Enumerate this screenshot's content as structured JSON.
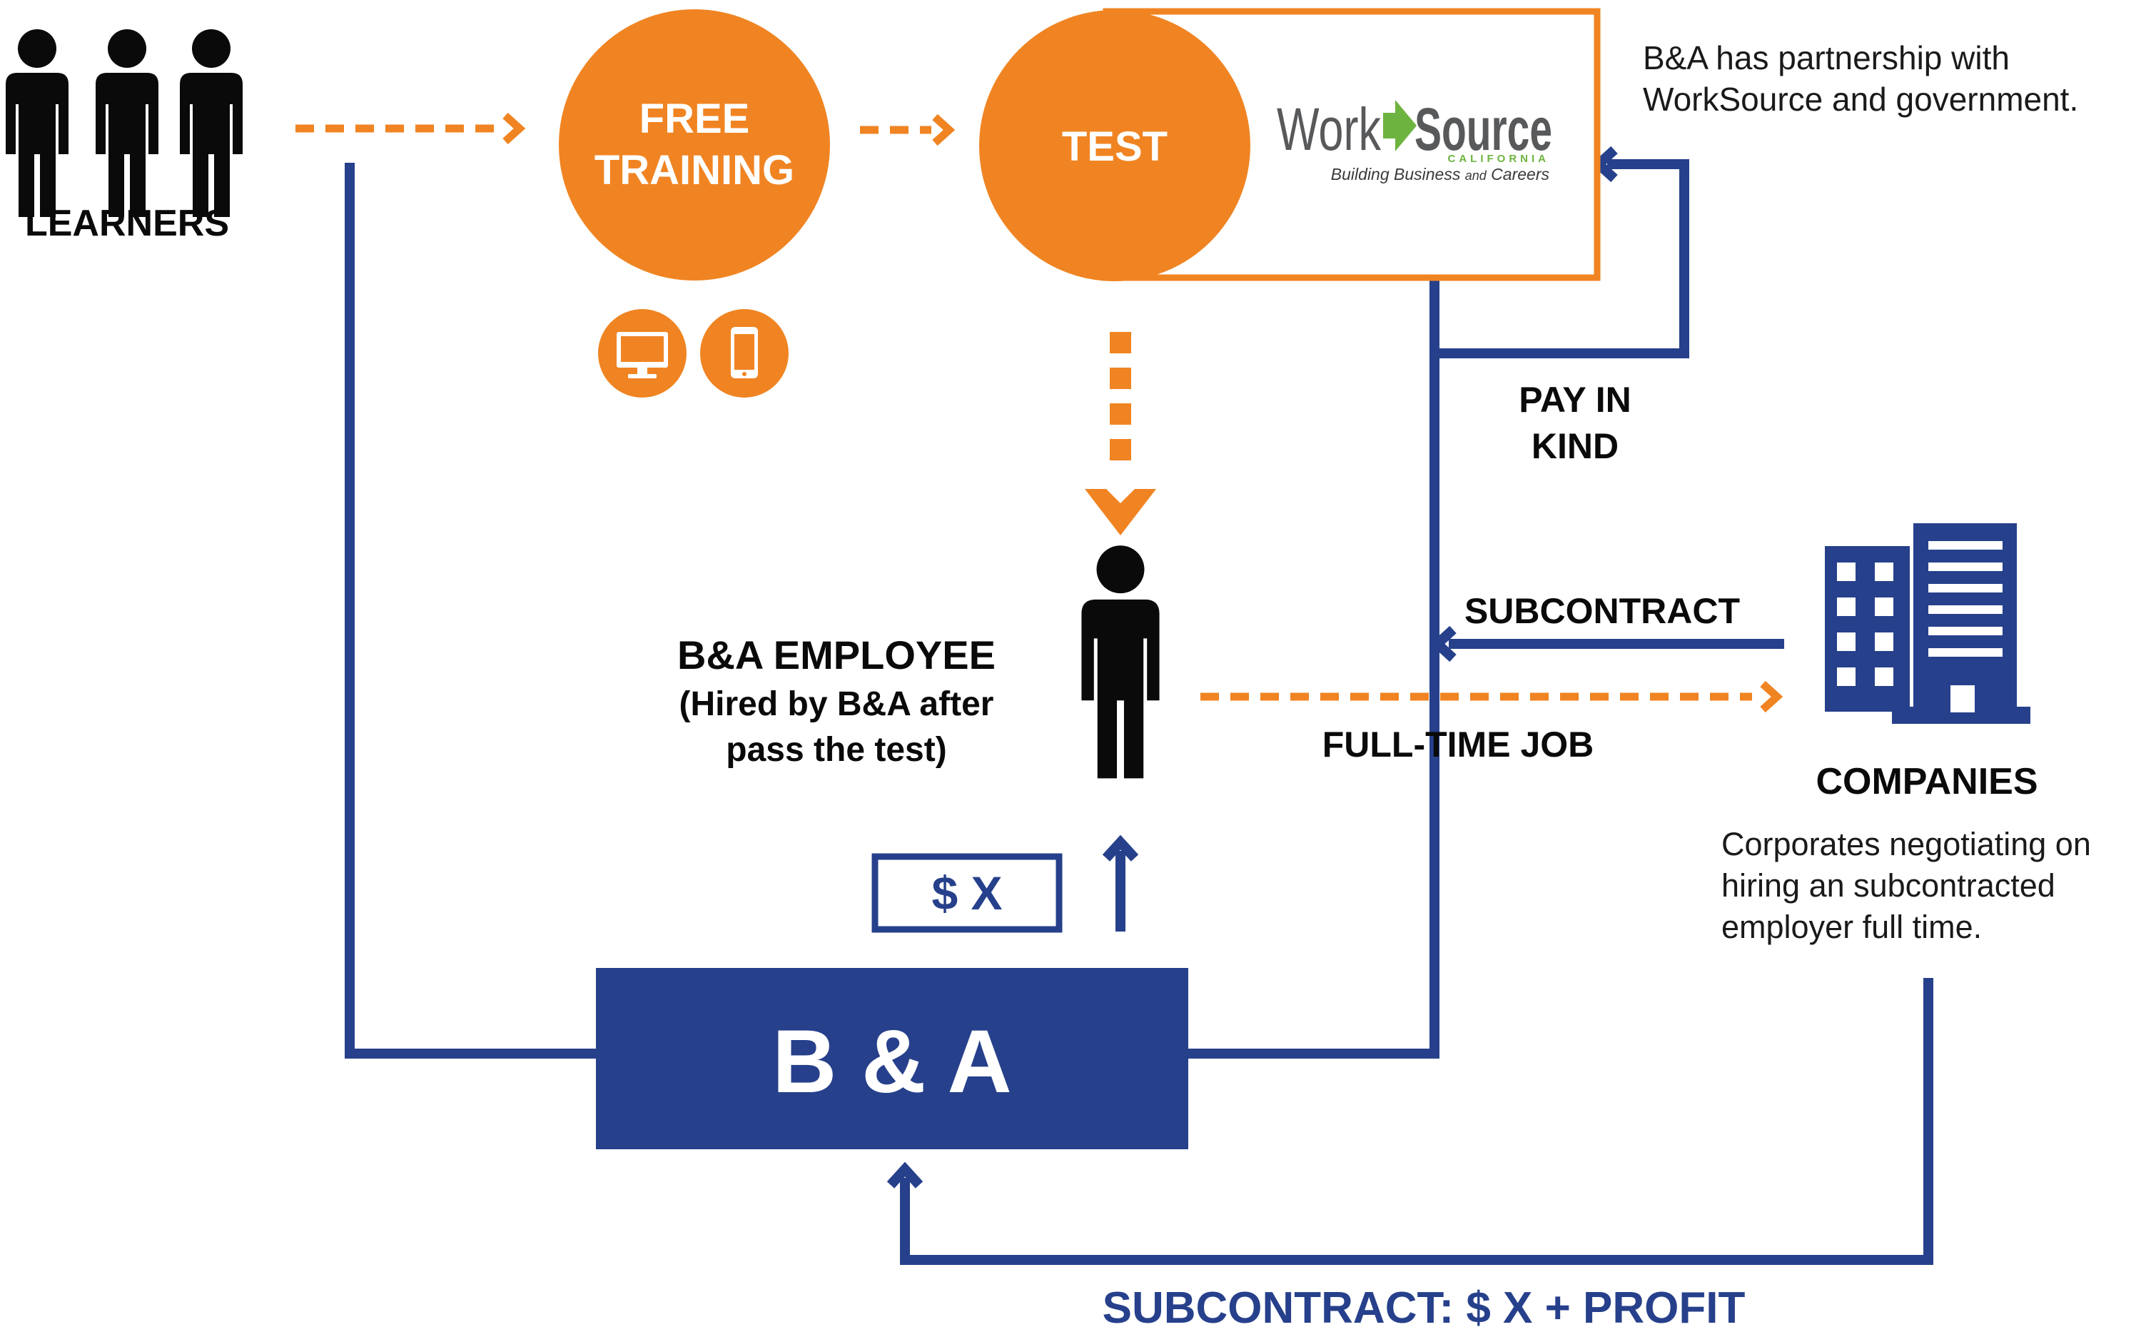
{
  "colors": {
    "orange": "#F08422",
    "navy": "#26408B",
    "black": "#0A0A0A",
    "white": "#FFFFFF",
    "green": "#6DB33F"
  },
  "learners": {
    "label": "LEARNERS",
    "icon": "person-icon"
  },
  "training": {
    "line1": "FREE",
    "line2": "TRAINING",
    "icons": [
      "desktop-monitor-icon",
      "smartphone-icon"
    ]
  },
  "test": {
    "label": "TEST"
  },
  "worksource": {
    "work": "Work",
    "source": "Source",
    "region": "CALIFORNIA",
    "tagline_part1": "Building Business ",
    "tagline_part2": "and",
    "tagline_part3": " Careers"
  },
  "partnership_note": {
    "line1": "B&A has partnership with",
    "line2": "WorkSource and government."
  },
  "pay_in_kind": {
    "line1": "PAY IN",
    "line2": "KIND"
  },
  "employee": {
    "title": "B&A EMPLOYEE",
    "line2": "(Hired by B&A after",
    "line3": "pass the test)"
  },
  "subcontract_label": "SUBCONTRACT",
  "fulltime_label": "FULL-TIME JOB",
  "companies": {
    "title": "COMPANIES",
    "icon": "office-building-icon",
    "desc1": "Corporates negotiating on",
    "desc2": "hiring an subcontracted",
    "desc3": "employer full time."
  },
  "salary_box": {
    "label": "$ X"
  },
  "ba_box": {
    "label": "B & A"
  },
  "bottom_label": "SUBCONTRACT: $ X + PROFIT"
}
